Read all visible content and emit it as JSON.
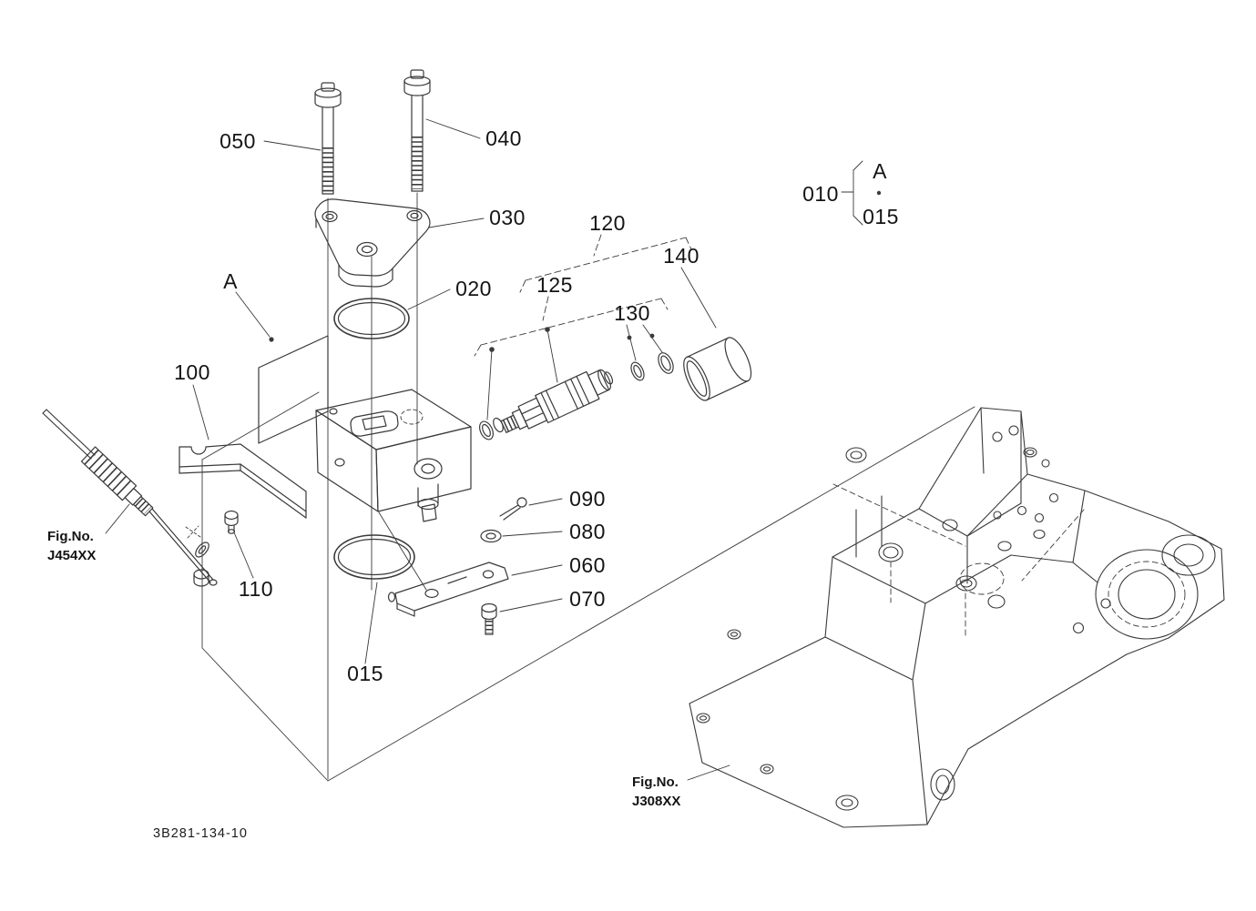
{
  "meta": {
    "drawing_number": "3B281-134-10",
    "bg_color": "#ffffff",
    "line_color": "#3a3a3a",
    "text_color": "#141414"
  },
  "callouts": {
    "c050": "050",
    "c040": "040",
    "c030": "030",
    "c020": "020",
    "c120": "120",
    "c125": "125",
    "c130": "130",
    "c140": "140",
    "c010": "010",
    "c010_a": "A",
    "c010_015": "015",
    "c_a_left": "A",
    "c100": "100",
    "c110": "110",
    "c090": "090",
    "c080": "080",
    "c060": "060",
    "c070": "070",
    "c015": "015"
  },
  "figure_refs": {
    "left": {
      "title": "Fig.No.",
      "code": "J454XX"
    },
    "right": {
      "title": "Fig.No.",
      "code": "J308XX"
    }
  }
}
